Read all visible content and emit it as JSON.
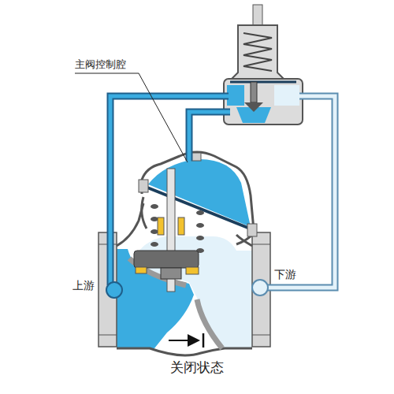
{
  "diagram": {
    "caption": "关闭状态",
    "labels": [
      "主阀控制腔",
      "上游",
      "下游"
    ]
  }
}
